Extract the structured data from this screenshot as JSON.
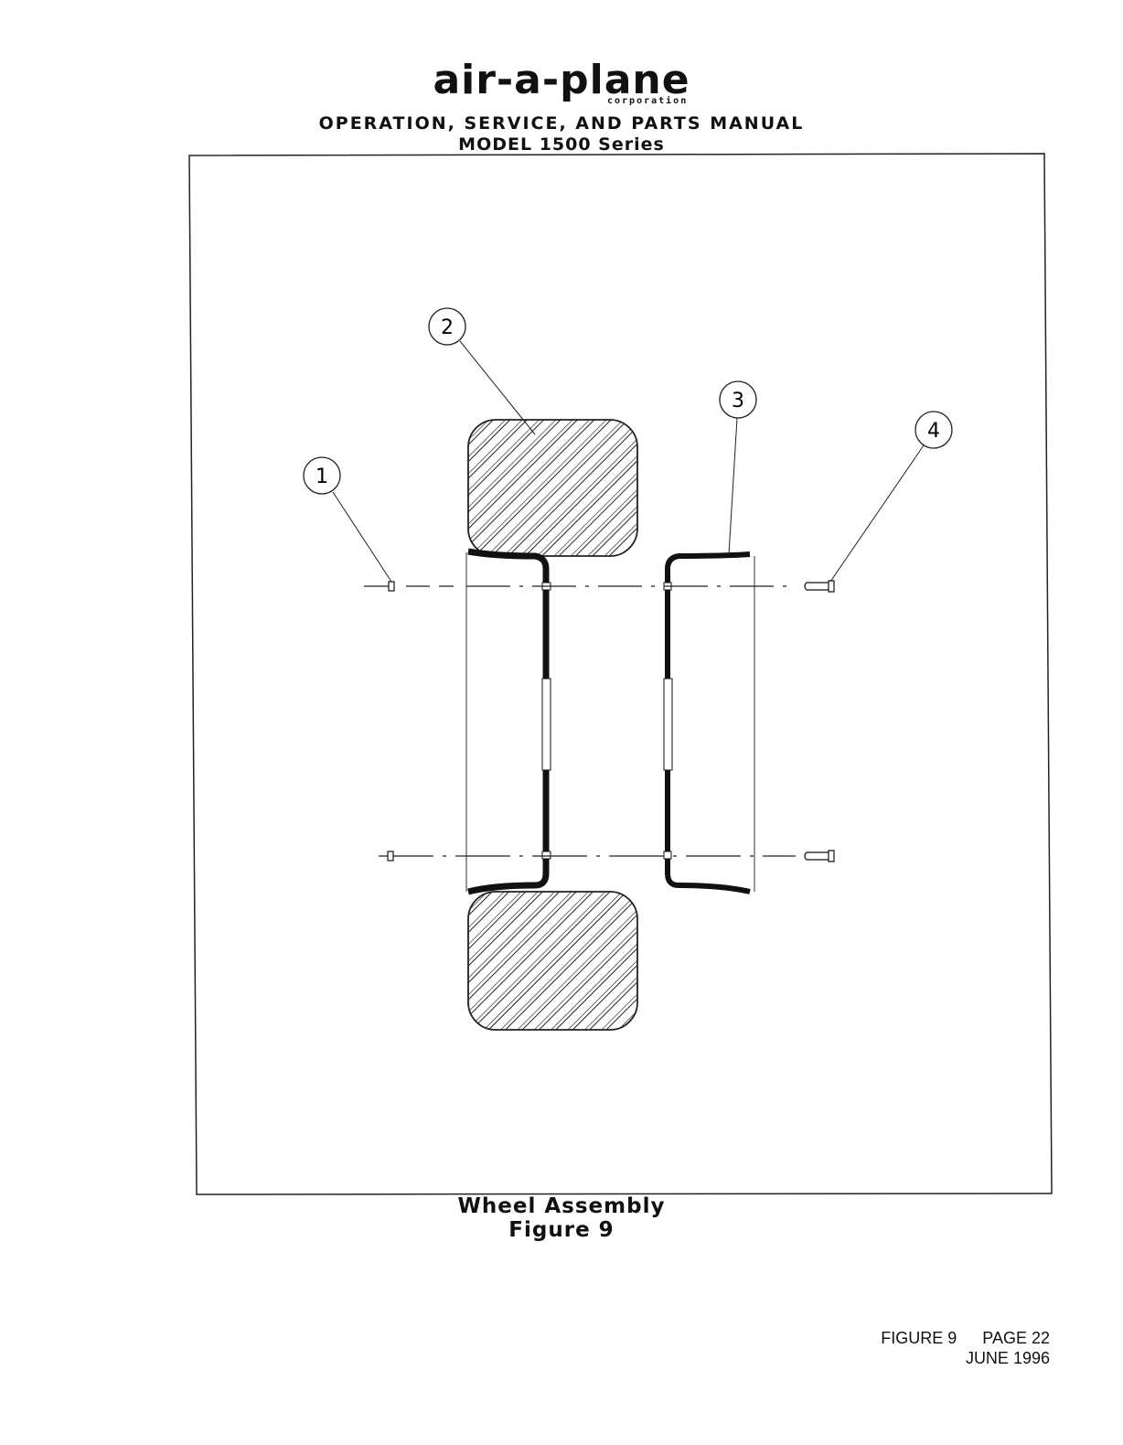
{
  "header": {
    "logo_text": "air-a-plane",
    "logo_subtext": "corporation",
    "manual_title": "OPERATION, SERVICE, AND PARTS MANUAL",
    "model_line": "MODEL 1500 Series"
  },
  "figure": {
    "callouts": [
      "1",
      "2",
      "3",
      "4"
    ],
    "caption_title": "Wheel Assembly",
    "caption_number": "Figure 9"
  },
  "footer": {
    "figure_ref": "FIGURE 9",
    "page": "PAGE 22",
    "date": "JUNE 1996"
  }
}
